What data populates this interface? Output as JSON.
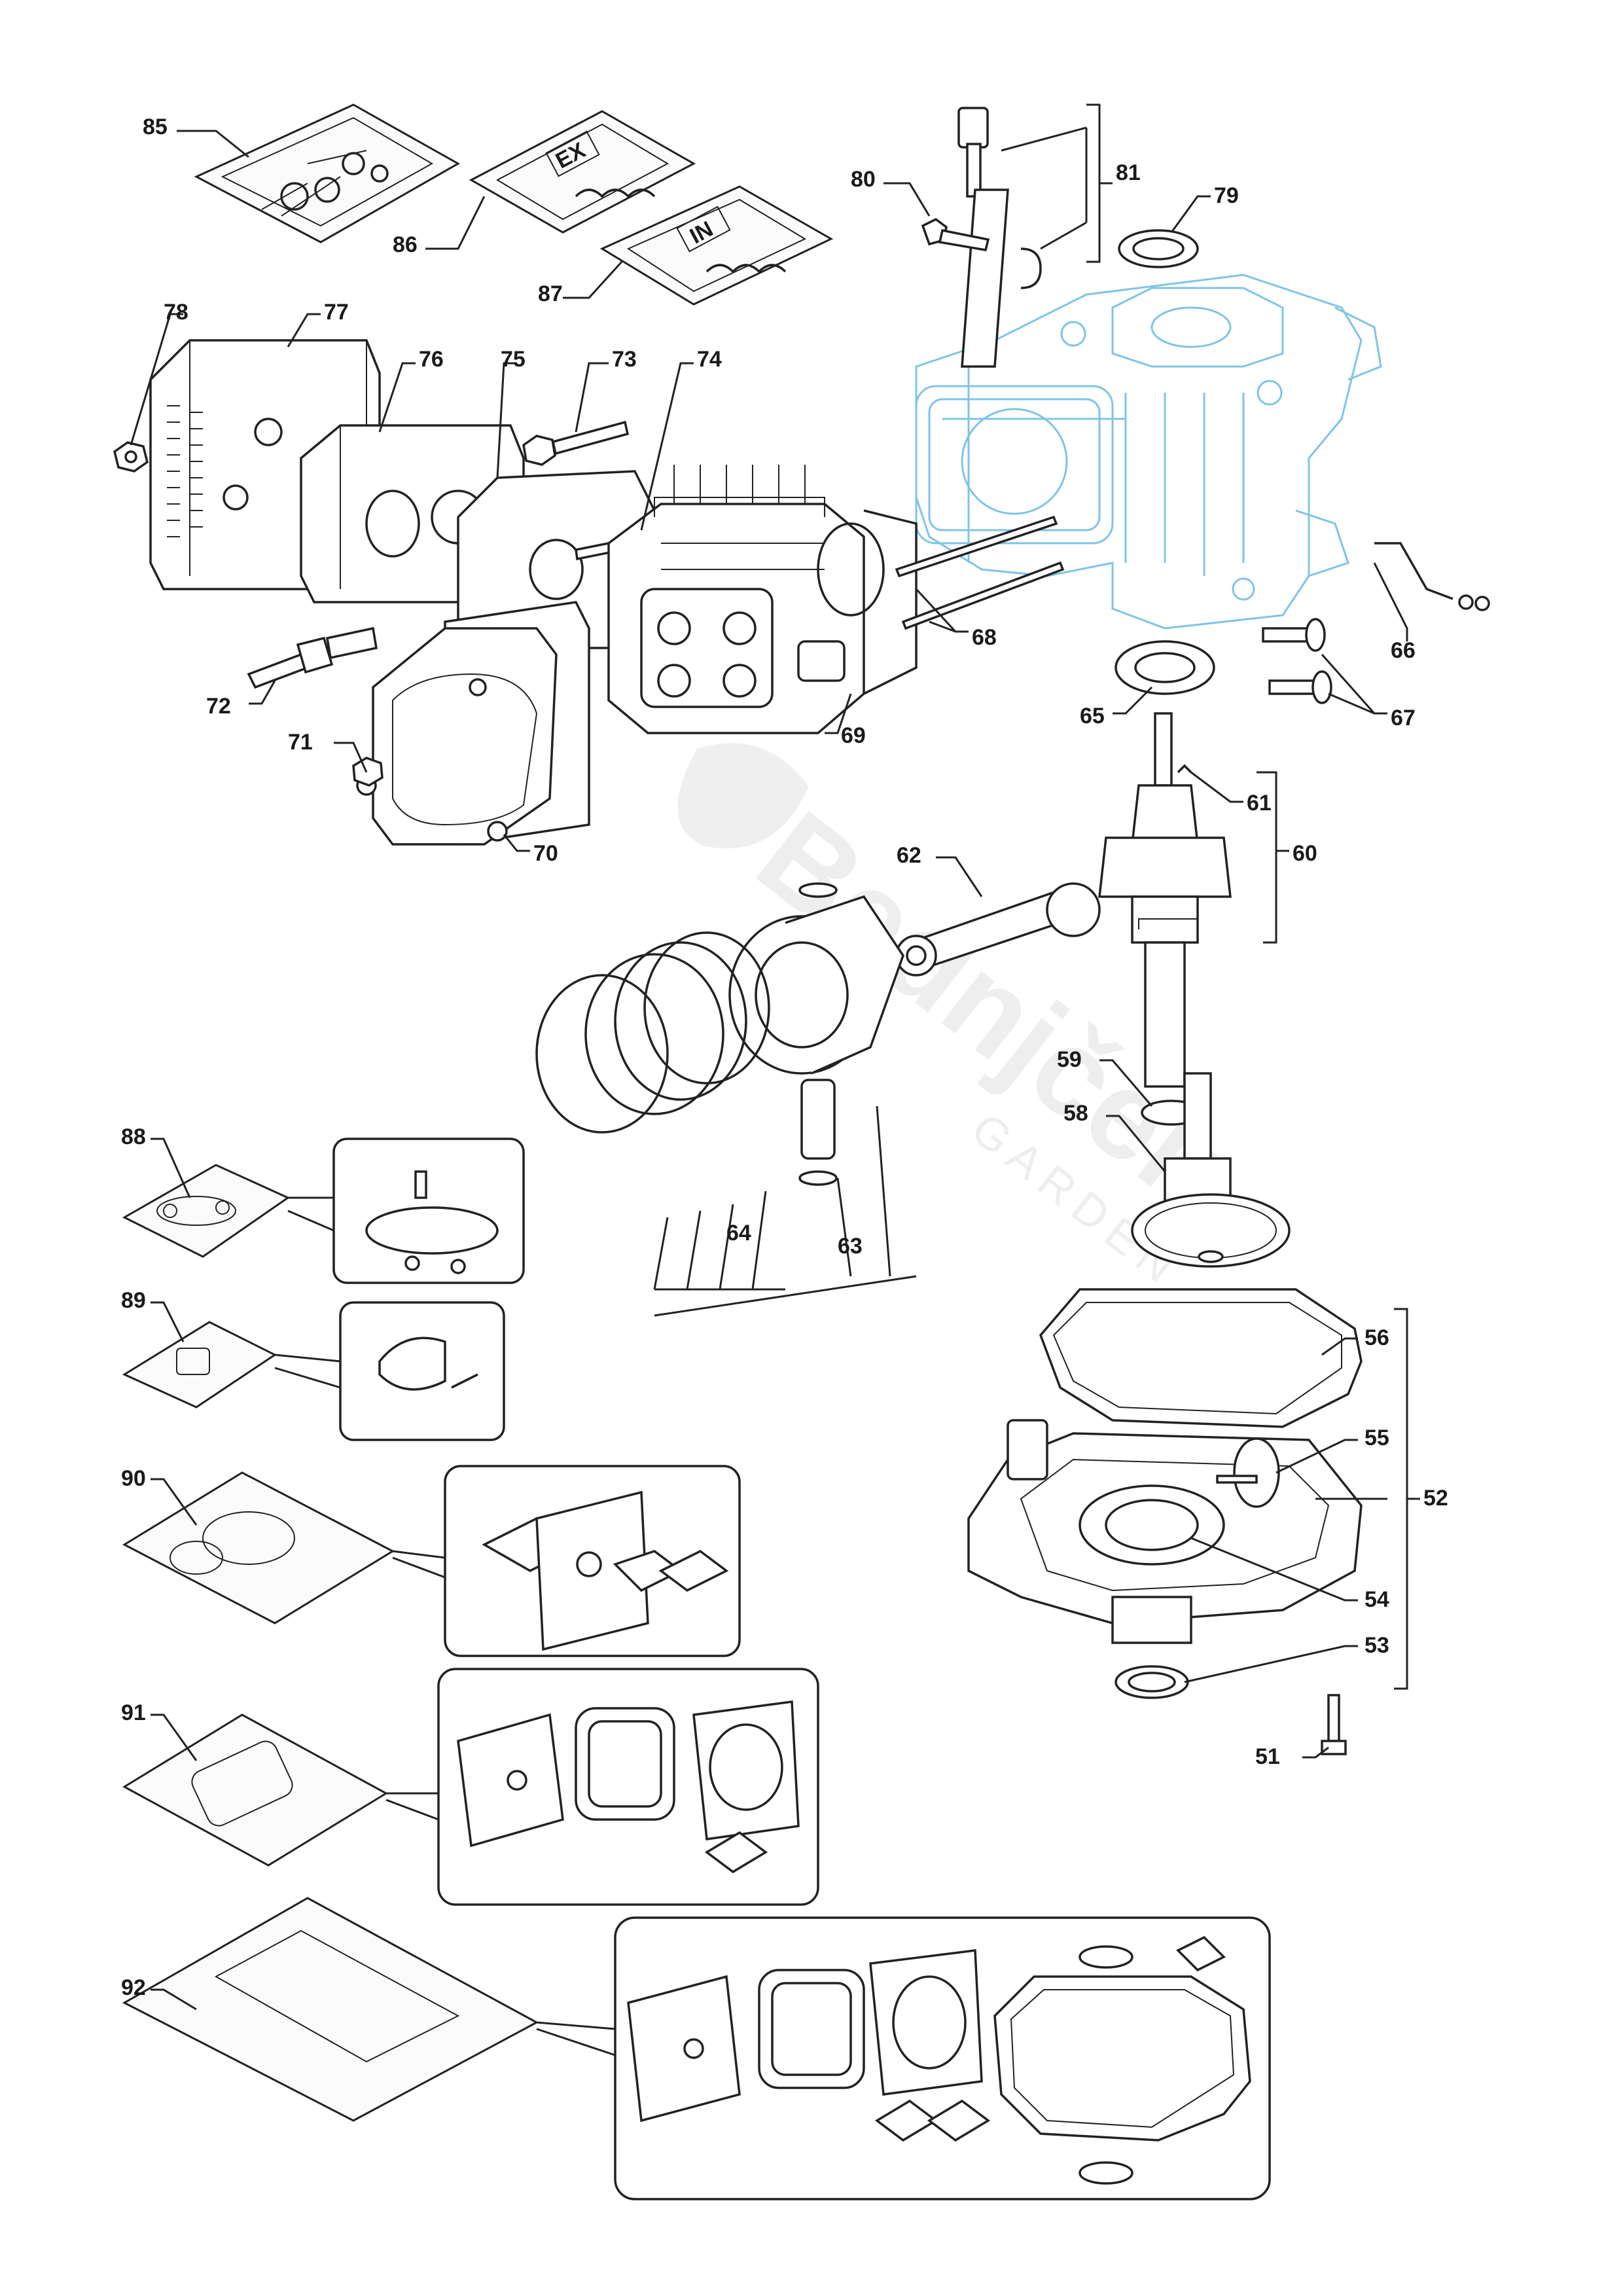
{
  "watermark": {
    "brand": "Bednjček",
    "sub": "GARDEN",
    "logo_icon": "leaf-logo-icon"
  },
  "labels": [
    {
      "id": "85",
      "text": "85"
    },
    {
      "id": "86",
      "text": "86"
    },
    {
      "id": "87",
      "text": "87"
    },
    {
      "id": "80",
      "text": "80"
    },
    {
      "id": "81",
      "text": "81"
    },
    {
      "id": "79",
      "text": "79"
    },
    {
      "id": "78",
      "text": "78"
    },
    {
      "id": "77",
      "text": "77"
    },
    {
      "id": "76",
      "text": "76"
    },
    {
      "id": "75",
      "text": "75"
    },
    {
      "id": "73",
      "text": "73"
    },
    {
      "id": "74",
      "text": "74"
    },
    {
      "id": "68",
      "text": "68"
    },
    {
      "id": "66",
      "text": "66"
    },
    {
      "id": "65",
      "text": "65"
    },
    {
      "id": "67",
      "text": "67"
    },
    {
      "id": "72",
      "text": "72"
    },
    {
      "id": "69",
      "text": "69"
    },
    {
      "id": "71",
      "text": "71"
    },
    {
      "id": "70",
      "text": "70"
    },
    {
      "id": "61",
      "text": "61"
    },
    {
      "id": "60",
      "text": "60"
    },
    {
      "id": "62",
      "text": "62"
    },
    {
      "id": "59",
      "text": "59"
    },
    {
      "id": "58",
      "text": "58"
    },
    {
      "id": "88",
      "text": "88"
    },
    {
      "id": "64",
      "text": "64"
    },
    {
      "id": "63",
      "text": "63"
    },
    {
      "id": "89",
      "text": "89"
    },
    {
      "id": "56",
      "text": "56"
    },
    {
      "id": "55",
      "text": "55"
    },
    {
      "id": "52",
      "text": "52"
    },
    {
      "id": "90",
      "text": "90"
    },
    {
      "id": "54",
      "text": "54"
    },
    {
      "id": "53",
      "text": "53"
    },
    {
      "id": "91",
      "text": "91"
    },
    {
      "id": "51",
      "text": "51"
    },
    {
      "id": "92",
      "text": "92"
    }
  ],
  "bag_tags": {
    "ex": "EX",
    "in": "IN"
  }
}
